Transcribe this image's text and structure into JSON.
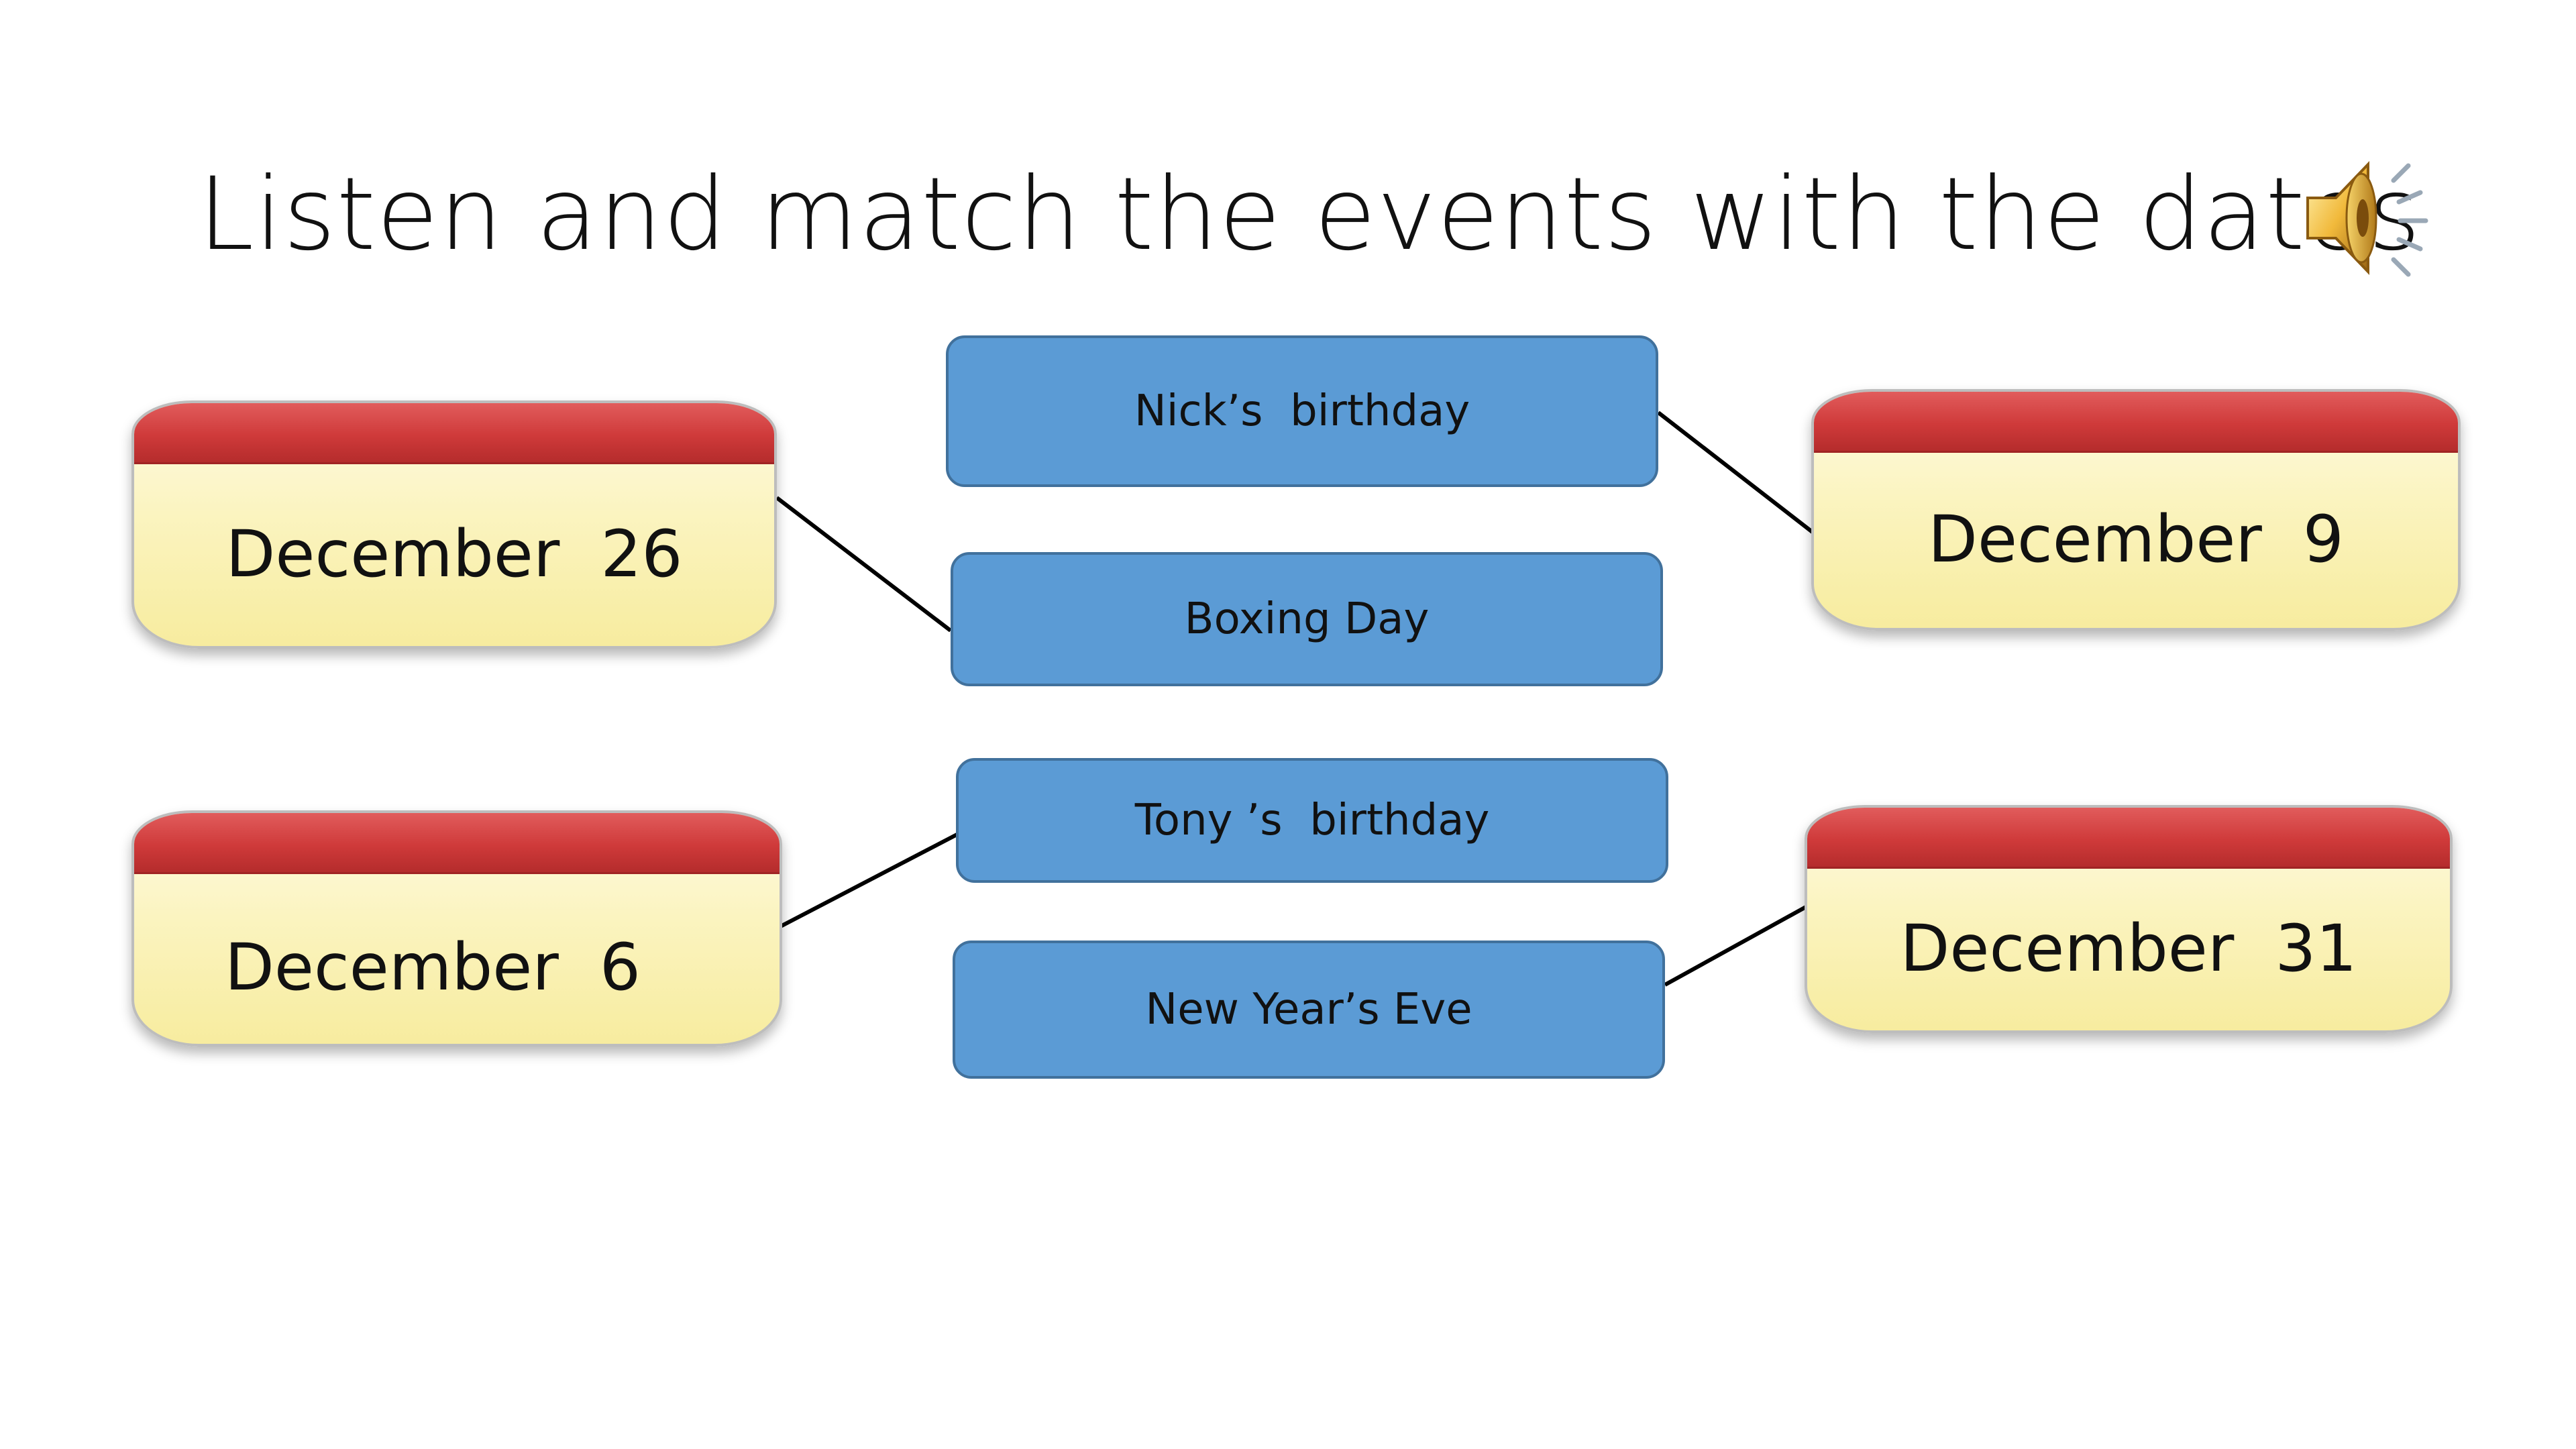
{
  "slide": {
    "title": "Listen and match the events with the dates",
    "audio_icon": "speaker-icon"
  },
  "events": [
    {
      "label": "Nick’s  birthday"
    },
    {
      "label": "Boxing Day"
    },
    {
      "label": "Tony ’s  birthday"
    },
    {
      "label": "New Year’s Eve"
    }
  ],
  "dates": [
    {
      "label": "December  26"
    },
    {
      "label": "December  9"
    },
    {
      "label": "December  6"
    },
    {
      "label": "December  31"
    }
  ],
  "matches": [
    {
      "event": "Nick’s  birthday",
      "date": "December  9"
    },
    {
      "event": "Boxing Day",
      "date": "December  26"
    },
    {
      "event": "Tony ’s  birthday",
      "date": "December  6"
    },
    {
      "event": "New Year’s Eve",
      "date": "December  31"
    }
  ],
  "colors": {
    "event_fill": "#5b9bd5",
    "event_border": "#41719c",
    "card_band": "#cf3a3a",
    "card_body": "#fbf4c0",
    "line": "#000000"
  }
}
